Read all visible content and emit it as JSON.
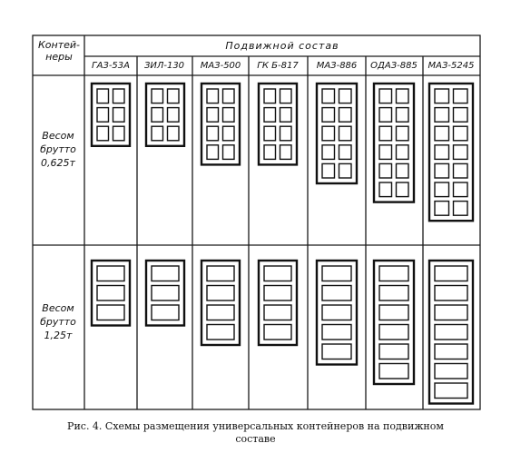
{
  "table": {
    "col1_header_line1": "Контей-",
    "col1_header_line2": "неры",
    "group_header": "Подвижной состав",
    "vehicles": [
      {
        "name": "ГАЗ-53А"
      },
      {
        "name": "ЗИЛ-130"
      },
      {
        "name": "МАЗ-500"
      },
      {
        "name": "ГК Б-817"
      },
      {
        "name": "МАЗ-886"
      },
      {
        "name": "ОДАЗ-885"
      },
      {
        "name": "МАЗ-5245"
      }
    ],
    "rows": [
      {
        "label_lines": [
          "Весом",
          "брутто",
          "0,625т"
        ],
        "slot_counts": [
          6,
          6,
          8,
          8,
          10,
          12,
          14
        ]
      },
      {
        "label_lines": [
          "Весом",
          "брутто",
          "1,25т"
        ],
        "slot_counts": [
          3,
          3,
          4,
          4,
          5,
          6,
          7
        ]
      }
    ]
  },
  "caption": {
    "line1": "Рис. 4. Схемы размещения универсальных контейнеров на подвижном",
    "line2": "составе"
  }
}
